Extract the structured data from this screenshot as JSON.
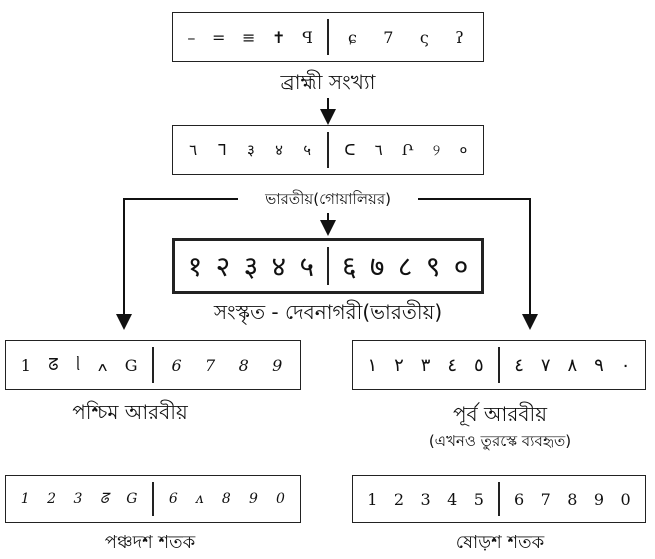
{
  "stages": {
    "brahmi": {
      "label": "ব্রাহ্মী সংখ্যা",
      "left_digits": [
        "–",
        "=",
        "≡",
        "✝",
        "ꟼ"
      ],
      "right_digits": [
        "ɕ",
        "7",
        "ς",
        "ʔ"
      ]
    },
    "gwalior": {
      "label": "ভারতীয়(গোয়ালিয়র)",
      "left_digits": [
        "٦",
        "ᒣ",
        "३",
        "४",
        "५"
      ],
      "right_digits": [
        "ᑕ",
        "٦",
        "Ր",
        "୨",
        "०"
      ]
    },
    "devanagari": {
      "label": "সংস্কৃত - দেবনাগরী(ভারতীয়)",
      "left_digits": [
        "१",
        "२",
        "३",
        "४",
        "५"
      ],
      "right_digits": [
        "६",
        "७",
        "८",
        "९",
        "०"
      ]
    },
    "west_arabic": {
      "label": "পশ্চিম আরবীয়",
      "left_digits": [
        "1",
        "ᘔ",
        "ᥣ",
        "ߍ",
        "G"
      ],
      "right_digits": [
        "6",
        "7",
        "8",
        "9"
      ]
    },
    "east_arabic": {
      "label": "পূর্ব আরবীয়",
      "sublabel": "(এখনও তুরস্কে ব্যবহৃত)",
      "left_digits": [
        "١",
        "٢",
        "٣",
        "٤",
        "٥"
      ],
      "right_digits": [
        "٤",
        "٧",
        "٨",
        "٩",
        "٠"
      ]
    },
    "fifteenth": {
      "label": "পঞ্চদশ শতক",
      "left_digits": [
        "1",
        "2",
        "3",
        "ᘔ",
        "G"
      ],
      "right_digits": [
        "6",
        "ᴧ",
        "8",
        "9",
        "0"
      ]
    },
    "sixteenth": {
      "label": "ষোড়শ শতক",
      "left_digits": [
        "1",
        "2",
        "3",
        "4",
        "5"
      ],
      "right_digits": [
        "6",
        "7",
        "8",
        "9",
        "0"
      ]
    }
  }
}
